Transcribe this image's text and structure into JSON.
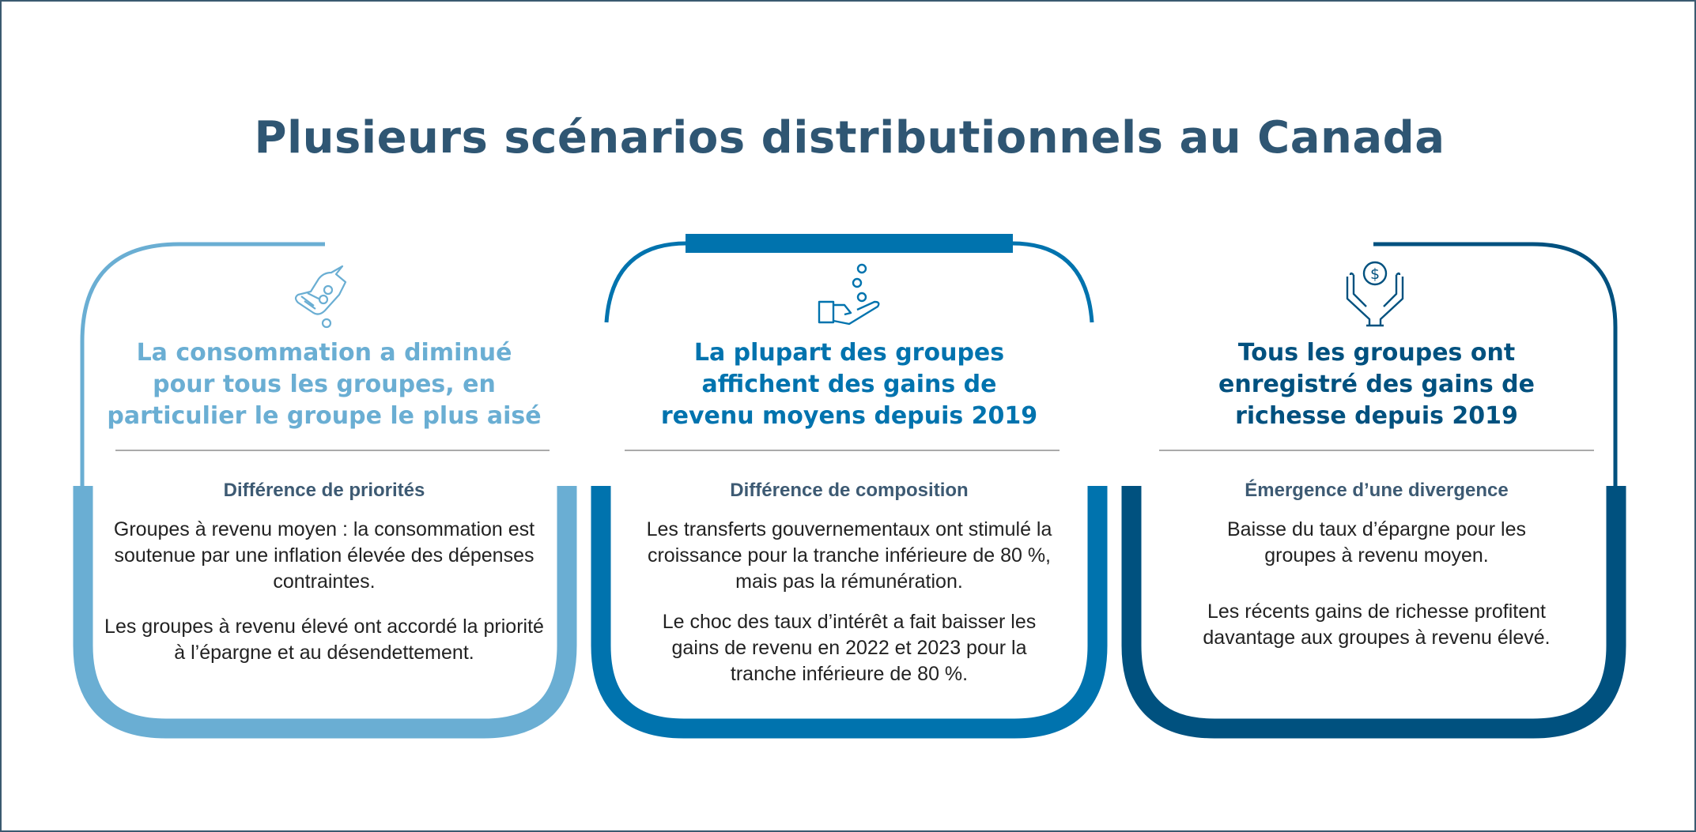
{
  "title": "Plusieurs scénarios distributionnels au Canada",
  "colors": {
    "card1": "#6aaed3",
    "card2": "#0073ae",
    "card3": "#00517f",
    "title": "#2f5673",
    "subheading": "#3d5a73"
  },
  "cards": [
    {
      "icon": "hand-dropping-coins-icon",
      "heading": "La consommation a diminué pour tous les groupes, en particulier le groupe le plus aisé",
      "subheading": "Différence de priorités",
      "paragraphs": [
        "Groupes à revenu moyen :  la consommation est soutenue par une inflation élevée des dépenses contraintes.",
        "Les groupes à revenu élevé ont accordé la priorité à l’épargne et au désendettement."
      ]
    },
    {
      "icon": "hand-receiving-coins-icon",
      "heading": "La plupart des groupes affichent des gains de revenu moyens depuis 2019",
      "subheading": "Différence de composition",
      "paragraphs": [
        "Les transferts gouvernementaux ont stimulé la croissance pour la tranche inférieure de 80 %, mais pas la rémunération.",
        "Le choc des taux d’intérêt a fait baisser les gains de revenu en 2022 et 2023 pour la tranche inférieure de 80 %."
      ]
    },
    {
      "icon": "hands-holding-dollar-icon",
      "heading": "Tous les groupes ont enregistré des gains de richesse depuis 2019",
      "subheading": "Émergence d’une divergence",
      "paragraphs": [
        "Baisse du taux d’épargne pour les groupes à revenu moyen.",
        "Les récents gains de richesse profitent davantage aux groupes à revenu élevé."
      ]
    }
  ]
}
